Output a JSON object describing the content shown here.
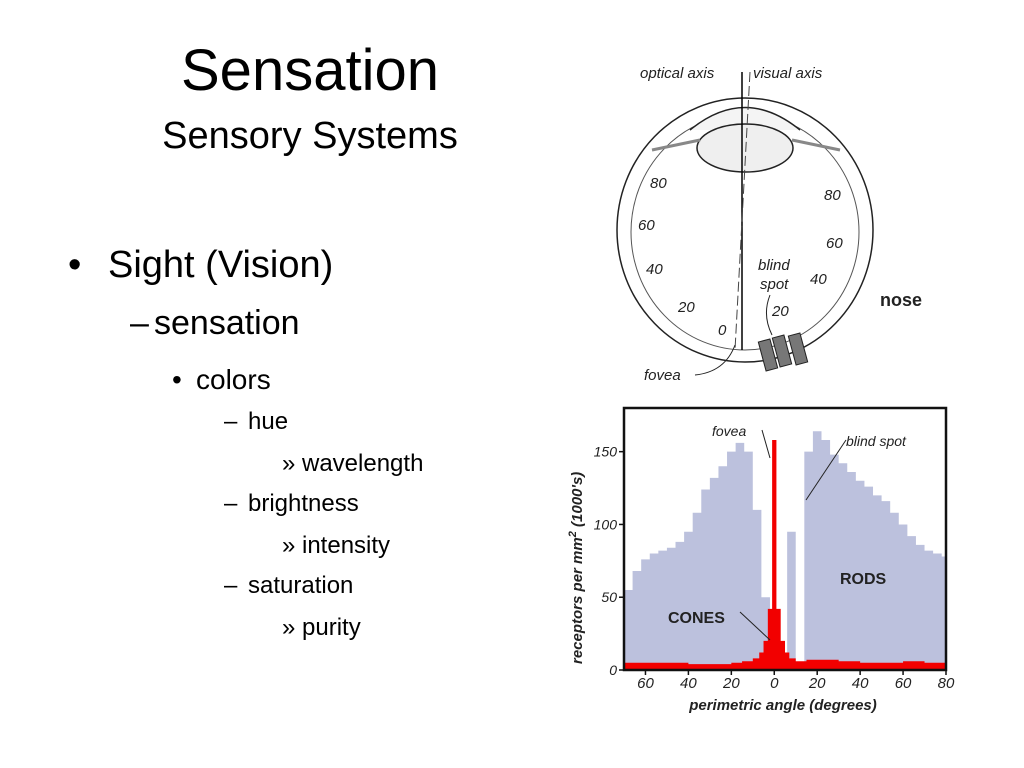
{
  "slide": {
    "title": "Sensation",
    "subtitle": "Sensory Systems",
    "bullets": [
      {
        "marker": "•",
        "text": "Sight (Vision)"
      },
      {
        "marker": "–",
        "text": "sensation"
      },
      {
        "marker": "•",
        "text": "colors"
      },
      {
        "marker": "–",
        "text": "hue"
      },
      {
        "marker": "»",
        "text": "wavelength"
      },
      {
        "marker": "–",
        "text": "brightness"
      },
      {
        "marker": "»",
        "text": "intensity"
      },
      {
        "marker": "–",
        "text": "saturation"
      },
      {
        "marker": "»",
        "text": "purity"
      }
    ]
  },
  "eye_diagram": {
    "labels": {
      "optical_axis": "optical axis",
      "visual_axis": "visual axis",
      "blind_spot_1": "blind",
      "blind_spot_2": "spot",
      "nose": "nose",
      "fovea": "fovea"
    },
    "left_angles": [
      "80",
      "60",
      "40",
      "20",
      "0"
    ],
    "right_angles": [
      "80",
      "60",
      "40",
      "20"
    ]
  },
  "chart_data": {
    "type": "area",
    "xlabel": "perimetric angle (degrees)",
    "ylabel": "receptors per mm",
    "ylabel_sup": "2",
    "ylabel_suffix": " (1000's)",
    "x_tick_labels": [
      "60",
      "40",
      "20",
      "0",
      "20",
      "40",
      "60",
      "80"
    ],
    "x_ticks": [
      -60,
      -40,
      -20,
      0,
      20,
      40,
      60,
      80
    ],
    "y_ticks": [
      0,
      50,
      100,
      150
    ],
    "xlim": [
      -70,
      80
    ],
    "ylim": [
      0,
      180
    ],
    "colors": {
      "rods": "#bcc1dd",
      "cones": "#f20000"
    },
    "rods": {
      "name": "RODS",
      "x": [
        -70,
        -66,
        -62,
        -58,
        -54,
        -50,
        -46,
        -42,
        -38,
        -34,
        -30,
        -26,
        -22,
        -18,
        -14,
        -10,
        -6,
        -2,
        2,
        6,
        10,
        14,
        18,
        22,
        26,
        30,
        34,
        38,
        42,
        46,
        50,
        54,
        58,
        62,
        66,
        70,
        74,
        78,
        80
      ],
      "values": [
        55,
        68,
        76,
        80,
        82,
        84,
        88,
        95,
        108,
        124,
        132,
        140,
        150,
        156,
        150,
        110,
        50,
        5,
        5,
        95,
        0,
        150,
        164,
        158,
        148,
        142,
        136,
        130,
        126,
        120,
        116,
        108,
        100,
        92,
        86,
        82,
        80,
        78,
        76
      ]
    },
    "cones": {
      "name": "CONES",
      "x": [
        -70,
        -60,
        -50,
        -40,
        -30,
        -20,
        -15,
        -10,
        -7,
        -5,
        -3,
        -1,
        0,
        1,
        3,
        5,
        7,
        10,
        15,
        20,
        30,
        40,
        50,
        60,
        70,
        80
      ],
      "values": [
        5,
        5,
        5,
        4,
        4,
        5,
        6,
        8,
        12,
        20,
        42,
        158,
        158,
        42,
        20,
        12,
        8,
        6,
        7,
        7,
        6,
        5,
        5,
        6,
        5,
        5
      ]
    },
    "annotations": {
      "fovea": "fovea",
      "blind_spot": "blind spot"
    }
  }
}
